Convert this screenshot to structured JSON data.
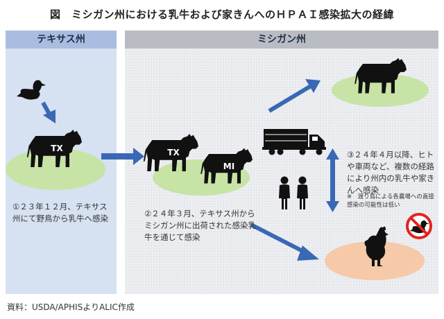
{
  "title": "図　ミシガン州における乳牛および家きんへのＨＰＡＩ感染拡大の経緯",
  "regions": {
    "texas": "テキサス州",
    "michigan": "ミシガン州"
  },
  "cattle_labels": {
    "texas_cow": "TX",
    "tx_shipped_cow": "TX",
    "mi_cow": "MI"
  },
  "notes": {
    "step1": "①２３年１２月、テキサス州にて野鳥から乳牛へ感染",
    "step2": "②２４年３月、テキサス州からミシガン州に出荷された感染乳牛を通じて感染",
    "step3": "③２４年４月以降、ヒトや車両など、複数の経路により州内の乳牛や家きんへ感染",
    "step3_sub": "※　渡り鳥による各農場への直接感染の可能性は低い"
  },
  "source": "資料：USDA/APHISよりALIC作成",
  "colors": {
    "arrow": "#3a68b5",
    "green_field": "#c7e3a6",
    "poultry_field": "#f6c9a8",
    "no_sign": "#e0241b",
    "texas_panel": "#d6e1f1",
    "texas_header": "#a9bde0",
    "michigan_header": "#b9bcc2",
    "silhouette": "#111111"
  },
  "icons": [
    "duck-icon",
    "cow-icon",
    "truck-icon",
    "people-icon",
    "chicken-icon",
    "no-duck-icon",
    "arrow-icon"
  ]
}
